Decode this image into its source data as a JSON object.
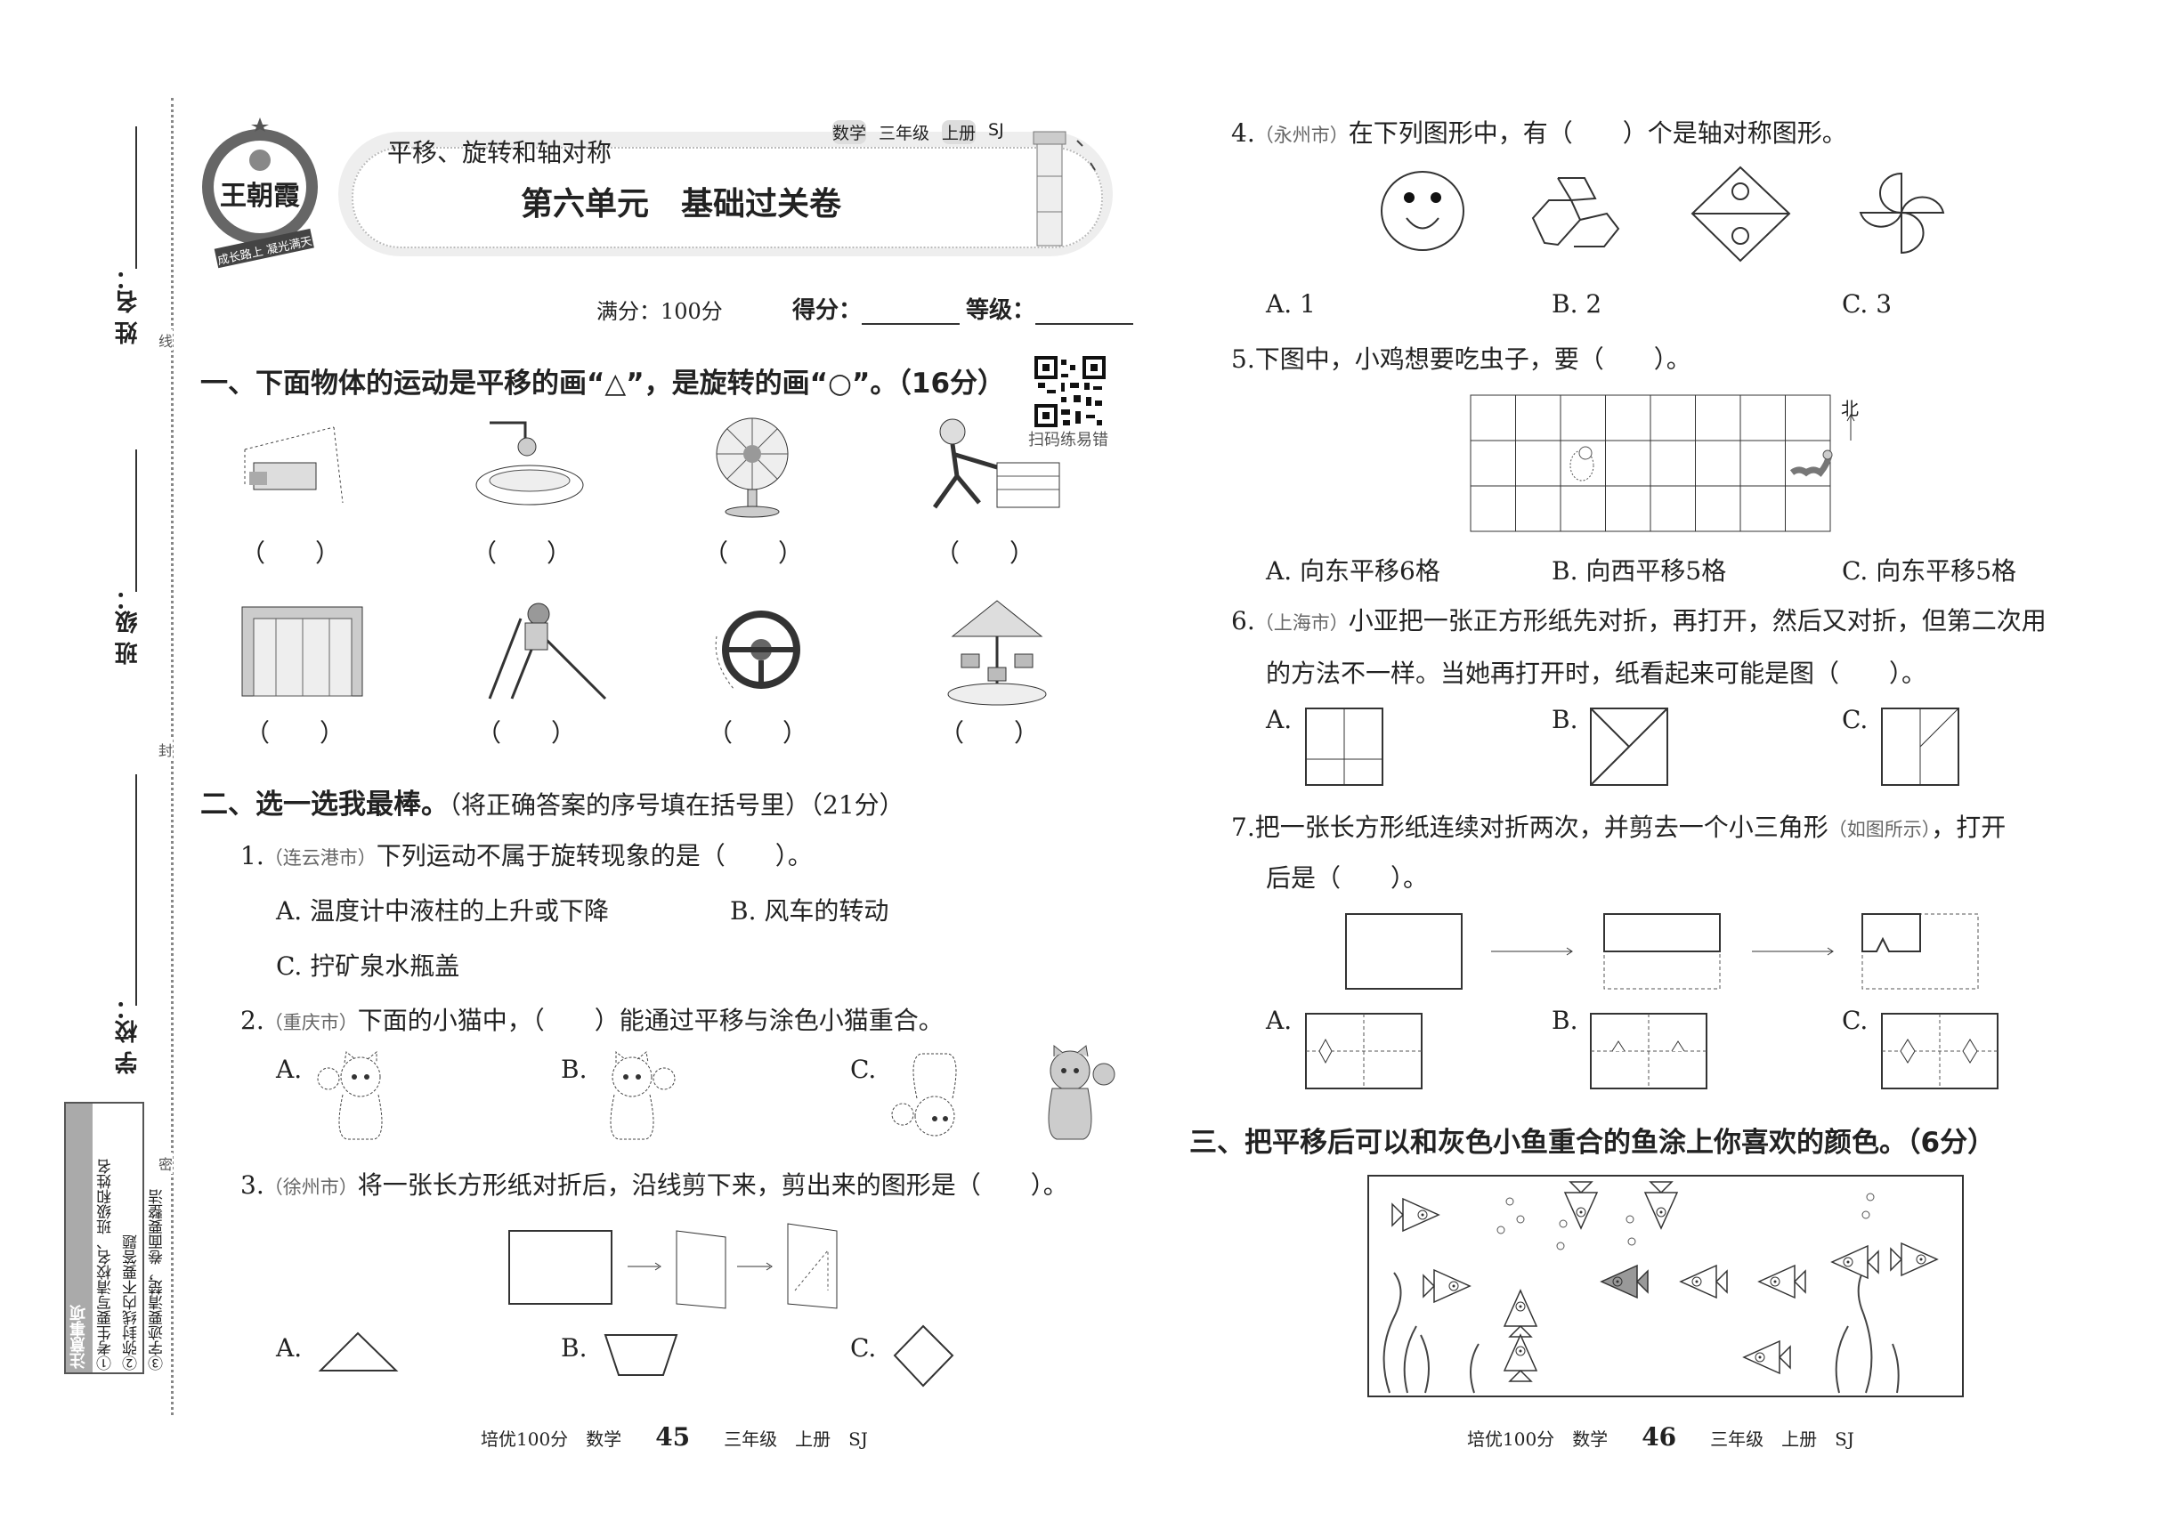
{
  "binding": {
    "name_label": "姓 名：",
    "class_label": "班 级：",
    "school_label": "学 校：",
    "notice_title": "注意事项",
    "notice_items": [
      "①考生要写清校名、班级和姓名",
      "②弥封线内不要答题",
      "③字迹要清楚，卷面要整洁"
    ],
    "seal_marks": [
      "线",
      "封",
      "密"
    ]
  },
  "header": {
    "logo_text": "王朝霞",
    "logo_slogan": "成长路上 凝光满天",
    "subject_tags": [
      "数学",
      "三年级",
      "上册",
      "SJ"
    ],
    "unit_topic": "平移、旋转和轴对称",
    "title": "第六单元　基础过关卷",
    "full_score": "满分：100分",
    "score_label": "得分：",
    "grade_label": "等级：",
    "qr_caption": "扫码练易错"
  },
  "section1": {
    "heading": "一、下面物体的运动是平移的画“△”，是旋转的画“○”。（16分）",
    "paren": "（　　）",
    "items": [
      "drawer",
      "faucet",
      "electric-fan",
      "pushing-box",
      "revolving-door",
      "slide",
      "steering-wheel",
      "carousel"
    ]
  },
  "section2": {
    "heading": "二、选一选我最棒。",
    "heading_note": "（将正确答案的序号填在括号里）（21分）",
    "q1": {
      "num": "1.",
      "src": "（连云港市）",
      "text": "下列运动不属于旋转现象的是（　　）。",
      "A": "A. 温度计中液柱的上升或下降",
      "B": "B. 风车的转动",
      "C": "C. 拧矿泉水瓶盖"
    },
    "q2": {
      "num": "2.",
      "src": "（重庆市）",
      "text": "下面的小猫中，（　　）能通过平移与涂色小猫重合。",
      "A": "A.",
      "B": "B.",
      "C": "C."
    },
    "q3": {
      "num": "3.",
      "src": "（徐州市）",
      "text": "将一张长方形纸对折后，沿线剪下来，剪出来的图形是（　　）。",
      "A": "A.",
      "B": "B.",
      "C": "C."
    },
    "q4": {
      "num": "4.",
      "src": "（永州市）",
      "text": "在下列图形中，有（　　）个是轴对称图形。",
      "A": "A. 1",
      "B": "B. 2",
      "C": "C. 3"
    },
    "q5": {
      "num": "5.",
      "text": "下图中，小鸡想要吃虫子，要（　　）。",
      "north": "北",
      "A": "A. 向东平移6格",
      "B": "B. 向西平移5格",
      "C": "C. 向东平移5格"
    },
    "q6": {
      "num": "6.",
      "src": "（上海市）",
      "text": "小亚把一张正方形纸先对折，再打开，然后又对折，但第二次用",
      "text2": "的方法不一样。当她再打开时，纸看起来可能是图（　　）。",
      "A": "A.",
      "B": "B.",
      "C": "C."
    },
    "q7": {
      "num": "7.",
      "text": "把一张长方形纸连续对折两次，并剪去一个小三角形",
      "note": "（如图所示）",
      "text_end": "，打开",
      "text2": "后是（　　）。",
      "A": "A.",
      "B": "B.",
      "C": "C."
    }
  },
  "section3": {
    "heading": "三、把平移后可以和灰色小鱼重合的鱼涂上你喜欢的颜色。（6分）"
  },
  "footer": {
    "left": {
      "series": "培优100分",
      "subject": "数学",
      "page": "45",
      "grade": "三年级",
      "term": "上册",
      "edition": "SJ"
    },
    "right": {
      "series": "培优100分",
      "subject": "数学",
      "page": "46",
      "grade": "三年级",
      "term": "上册",
      "edition": "SJ"
    }
  }
}
